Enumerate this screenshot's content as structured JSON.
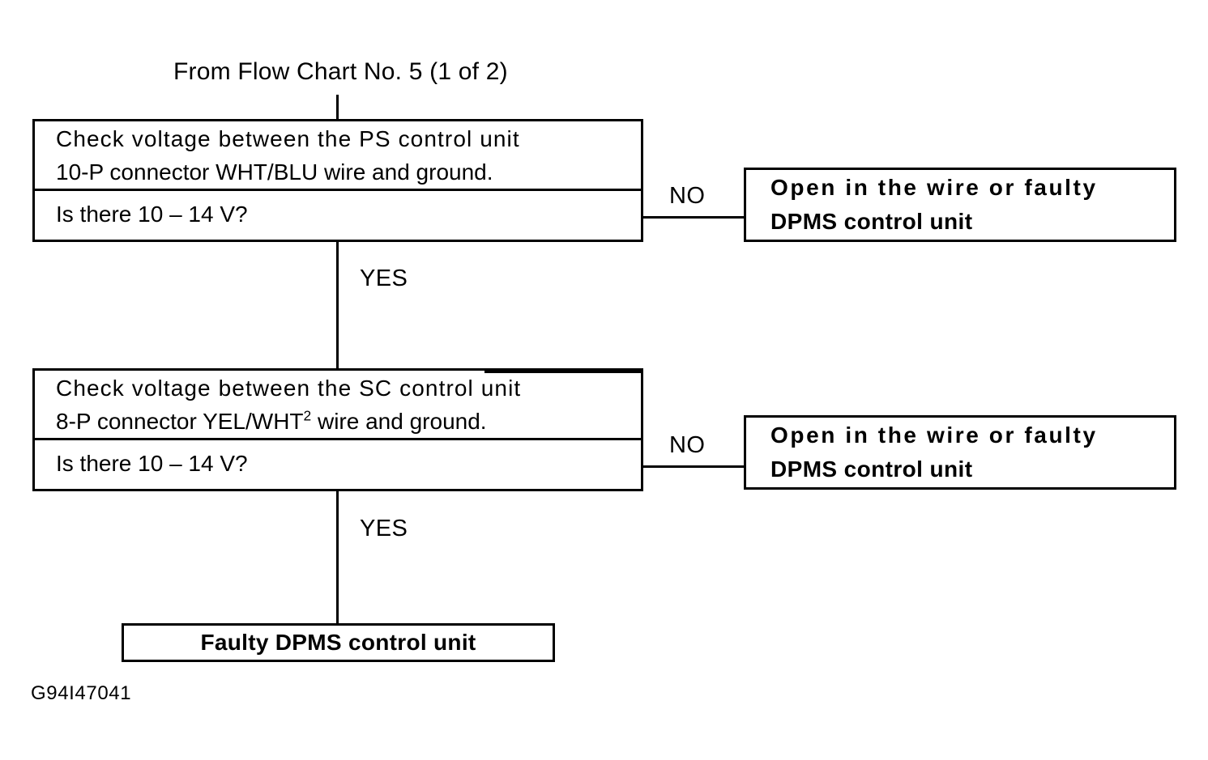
{
  "figure": {
    "entry_caption": "From Flow Chart No. 5 (1 of 2)",
    "figure_id": "G94I47041"
  },
  "branch_labels": {
    "no_1": "NO",
    "yes_1": "YES",
    "no_2": "NO",
    "yes_2": "YES"
  },
  "nodes": {
    "decision_1": {
      "prompt_line_1": "Check voltage between the PS control unit",
      "prompt_line_2": "10-P connector WHT/BLU wire and ground.",
      "question": "Is there 10 – 14 V?"
    },
    "outcome_1": {
      "line_1": "Open in the wire or faulty",
      "line_2": "DPMS control unit"
    },
    "decision_2": {
      "prompt_line_1": "Check voltage between the SC control unit",
      "prompt_line_2_pre": "8-P connector YEL/WHT",
      "prompt_line_2_sup": "2",
      "prompt_line_2_post": " wire and ground.",
      "question": "Is there 10 – 14 V?"
    },
    "outcome_2": {
      "line_1": "Open in the wire or faulty",
      "line_2": "DPMS control unit"
    },
    "terminal": {
      "label": "Faulty DPMS control unit"
    }
  },
  "colors": {
    "ink": "#000000",
    "paper": "#ffffff"
  }
}
